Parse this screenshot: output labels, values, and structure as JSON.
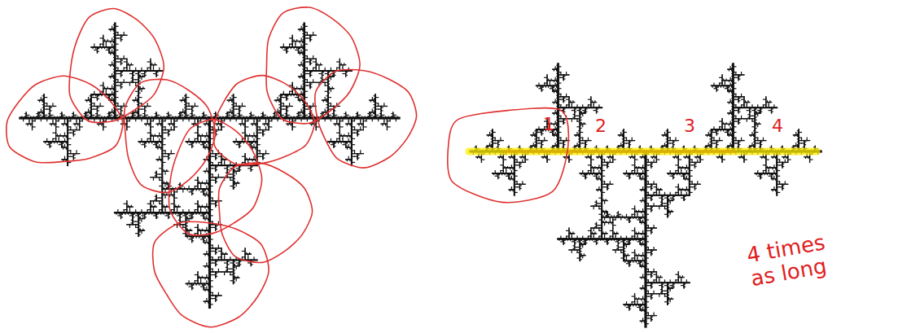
{
  "diagram": {
    "nodes": [
      {
        "text": [
          "1"
        ]
      }
    ],
    "labels": [
      "2",
      "3",
      "4",
      "4 times as long"
    ]
  }
}
